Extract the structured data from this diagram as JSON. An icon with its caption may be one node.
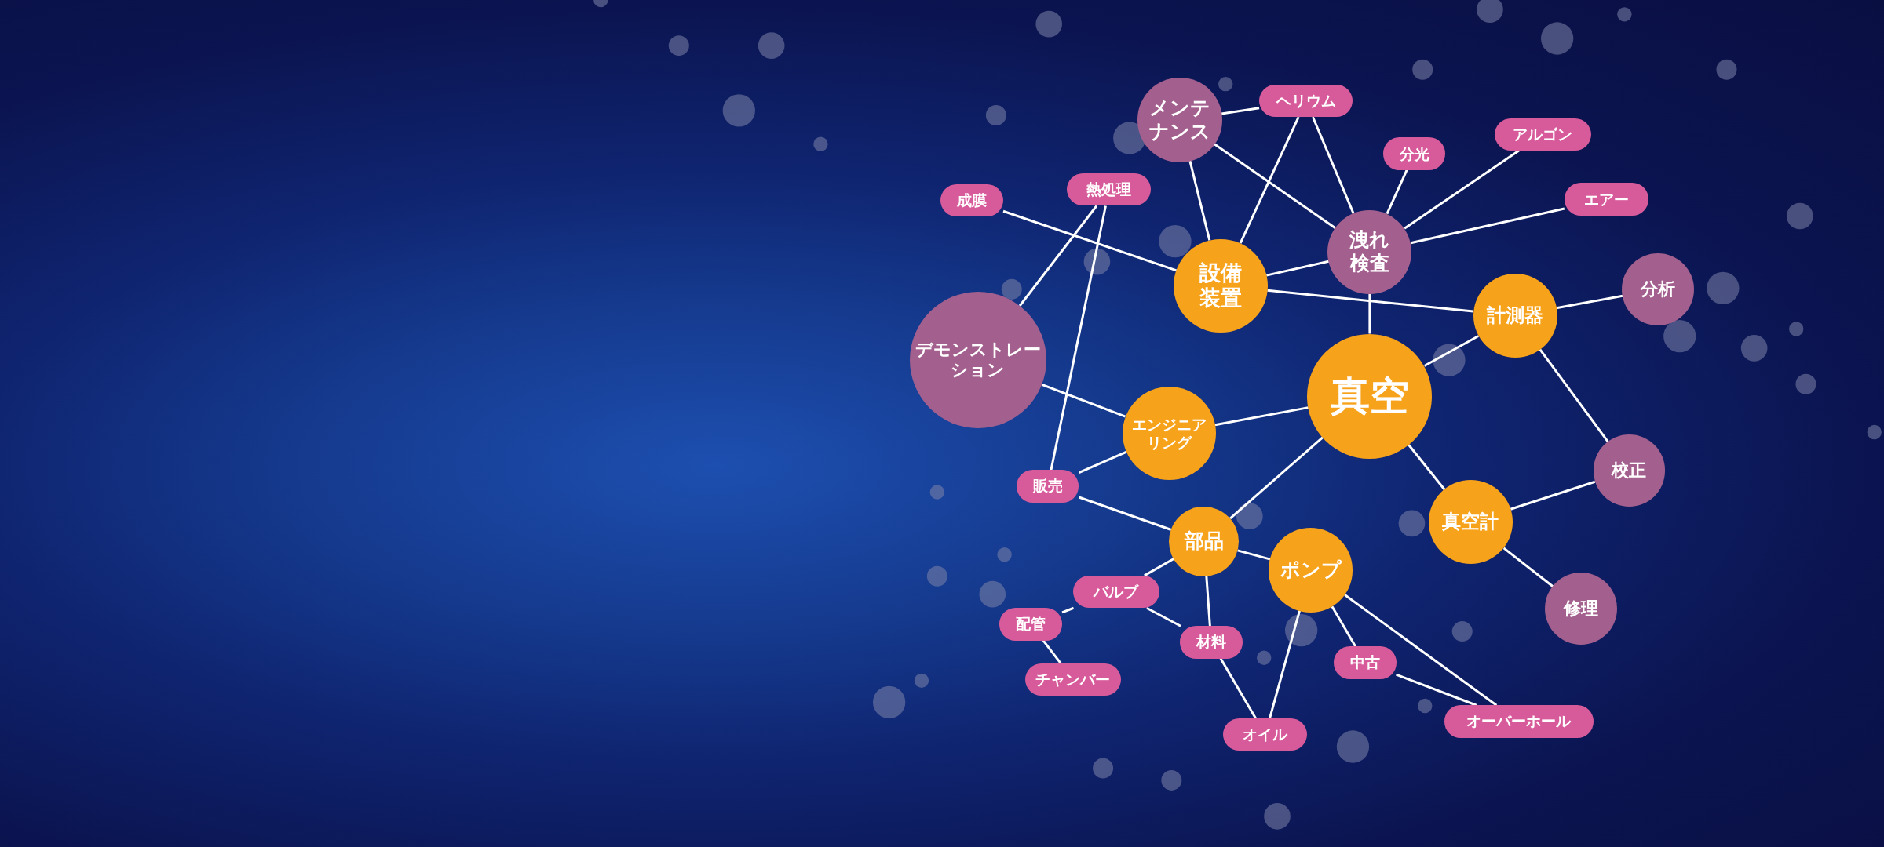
{
  "diagram": {
    "nodes": [
      {
        "text": [
          "真空"
        ]
      },
      {
        "text": [
          "設備装置"
        ]
      },
      {
        "text": [
          "計測器"
        ]
      },
      {
        "text": [
          "エンジニアリング"
        ]
      },
      {
        "text": [
          "部品"
        ]
      },
      {
        "text": [
          "ポンプ"
        ]
      },
      {
        "text": [
          "真空計"
        ]
      },
      {
        "text": [
          "メンテナンス"
        ]
      },
      {
        "text": [
          "洩れ検査"
        ]
      },
      {
        "text": [
          "デモンストレーション"
        ]
      },
      {
        "text": [
          "分析"
        ]
      },
      {
        "text": [
          "校正"
        ]
      },
      {
        "text": [
          "修理"
        ]
      },
      {
        "text": [
          "ヘリウム"
        ]
      },
      {
        "text": [
          "分光"
        ]
      },
      {
        "text": [
          "アルゴン"
        ]
      },
      {
        "text": [
          "エアー"
        ]
      },
      {
        "text": [
          "熱処理"
        ]
      },
      {
        "text": [
          "成膜"
        ]
      },
      {
        "text": [
          "販売"
        ]
      },
      {
        "text": [
          "バルブ"
        ]
      },
      {
        "text": [
          "配管"
        ]
      },
      {
        "text": [
          "チャンバー"
        ]
      },
      {
        "text": [
          "材料"
        ]
      },
      {
        "text": [
          "オイル"
        ]
      },
      {
        "text": [
          "中古"
        ]
      },
      {
        "text": [
          "オーバーホール"
        ]
      }
    ],
    "edges": [
      {
        "from": 7,
        "to": 13,
        "arrow": "none"
      },
      {
        "from": 7,
        "to": 1,
        "arrow": "none"
      },
      {
        "from": 7,
        "to": 8,
        "arrow": "none"
      },
      {
        "from": 13,
        "to": 1,
        "arrow": "none"
      },
      {
        "from": 13,
        "to": 8,
        "arrow": "none"
      },
      {
        "from": 14,
        "to": 8,
        "arrow": "none"
      },
      {
        "from": 15,
        "to": 8,
        "arrow": "none"
      },
      {
        "from": 16,
        "to": 8,
        "arrow": "none"
      },
      {
        "from": 8,
        "to": 1,
        "arrow": "none"
      },
      {
        "from": 8,
        "to": 0,
        "arrow": "none"
      },
      {
        "from": 1,
        "to": 2,
        "arrow": "none"
      },
      {
        "from": 18,
        "to": 1,
        "arrow": "none"
      },
      {
        "from": 17,
        "to": 9,
        "arrow": "none"
      },
      {
        "from": 17,
        "to": 19,
        "arrow": "none"
      },
      {
        "from": 9,
        "to": 3,
        "arrow": "none"
      },
      {
        "from": 3,
        "to": 0,
        "arrow": "none"
      },
      {
        "from": 3,
        "to": 19,
        "arrow": "none"
      },
      {
        "from": 19,
        "to": 4,
        "arrow": "none"
      },
      {
        "from": 4,
        "to": 0,
        "arrow": "none"
      },
      {
        "from": 4,
        "to": 5,
        "arrow": "none"
      },
      {
        "from": 4,
        "to": 20,
        "arrow": "none"
      },
      {
        "from": 4,
        "to": 23,
        "arrow": "none"
      },
      {
        "from": 20,
        "to": 21,
        "arrow": "none"
      },
      {
        "from": 20,
        "to": 23,
        "arrow": "none"
      },
      {
        "from": 21,
        "to": 22,
        "arrow": "none"
      },
      {
        "from": 23,
        "to": 24,
        "arrow": "none"
      },
      {
        "from": 5,
        "to": 24,
        "arrow": "none"
      },
      {
        "from": 5,
        "to": 25,
        "arrow": "none"
      },
      {
        "from": 5,
        "to": 26,
        "arrow": "none"
      },
      {
        "from": 25,
        "to": 26,
        "arrow": "none"
      },
      {
        "from": 0,
        "to": 2,
        "arrow": "none"
      },
      {
        "from": 0,
        "to": 6,
        "arrow": "none"
      },
      {
        "from": 2,
        "to": 10,
        "arrow": "none"
      },
      {
        "from": 2,
        "to": 11,
        "arrow": "none"
      },
      {
        "from": 6,
        "to": 11,
        "arrow": "none"
      },
      {
        "from": 6,
        "to": 12,
        "arrow": "none"
      }
    ]
  }
}
